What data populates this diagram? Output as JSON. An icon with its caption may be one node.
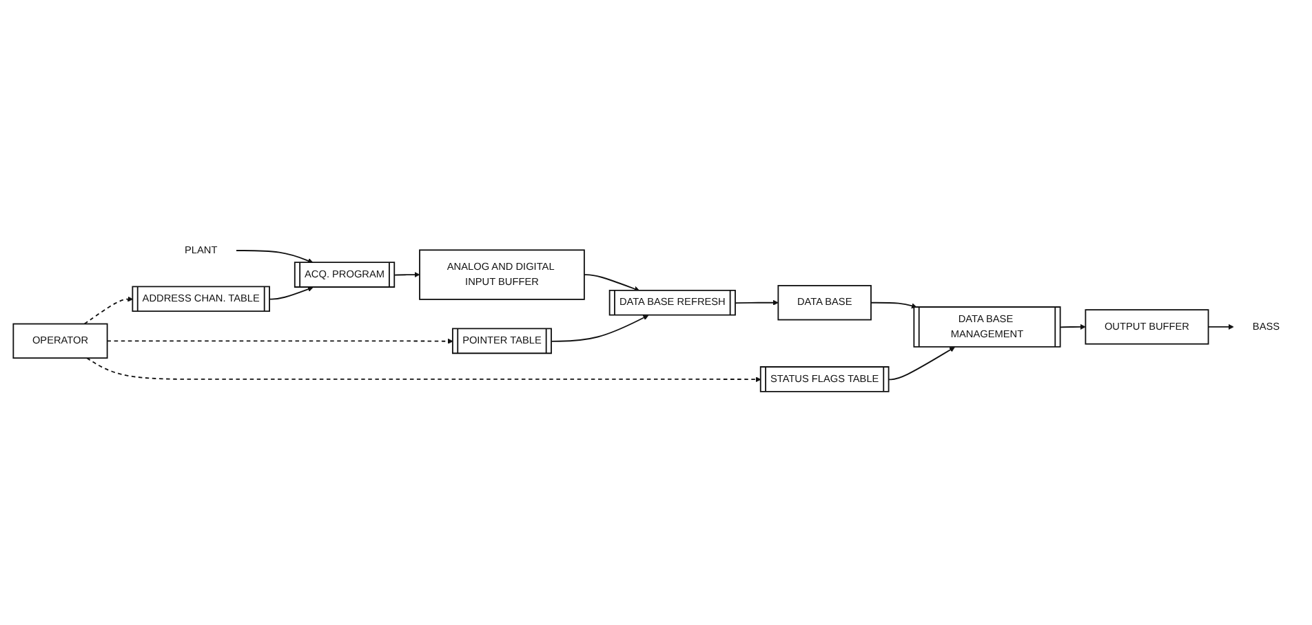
{
  "diagram": {
    "nodes": [
      {
        "text": [
          "PLANT"
        ]
      },
      {
        "text": [
          "ACQ. PROGRAM"
        ]
      },
      {
        "text": [
          "ANALOG AND DIGITAL INPUT BUFFER"
        ]
      },
      {
        "text": [
          "DATA BASE REFRESH"
        ]
      },
      {
        "text": [
          "DATA BASE"
        ]
      },
      {
        "text": [
          "DATA BASE MANAGEMENT"
        ]
      },
      {
        "text": [
          "OUTPUT BUFFER"
        ]
      },
      {
        "text": [
          "BASS"
        ]
      },
      {
        "text": [
          "ADDRESS CHAN. TABLE"
        ]
      },
      {
        "text": [
          "POINTER TABLE"
        ]
      },
      {
        "text": [
          "STATUS FLAGS TABLE"
        ]
      },
      {
        "text": [
          "OPERATOR"
        ]
      }
    ],
    "edges": [
      {
        "from": 0,
        "to": 1,
        "arrow": "to"
      },
      {
        "from": 1,
        "to": 2,
        "arrow": "to"
      },
      {
        "from": 2,
        "to": 3,
        "arrow": "to"
      },
      {
        "from": 3,
        "to": 4,
        "arrow": "to"
      },
      {
        "from": 4,
        "to": 5,
        "arrow": "to"
      },
      {
        "from": 5,
        "to": 6,
        "arrow": "to"
      },
      {
        "from": 6,
        "to": 7,
        "arrow": "to"
      },
      {
        "from": 8,
        "to": 1,
        "arrow": "to"
      },
      {
        "from": 9,
        "to": 3,
        "arrow": "to"
      },
      {
        "from": 10,
        "to": 5,
        "arrow": "to"
      },
      {
        "from": 11,
        "to": 8,
        "arrow": "to",
        "style": "dashed"
      },
      {
        "from": 11,
        "to": 9,
        "arrow": "to",
        "style": "dashed"
      },
      {
        "from": 11,
        "to": 10,
        "arrow": "to",
        "style": "dashed"
      }
    ]
  }
}
